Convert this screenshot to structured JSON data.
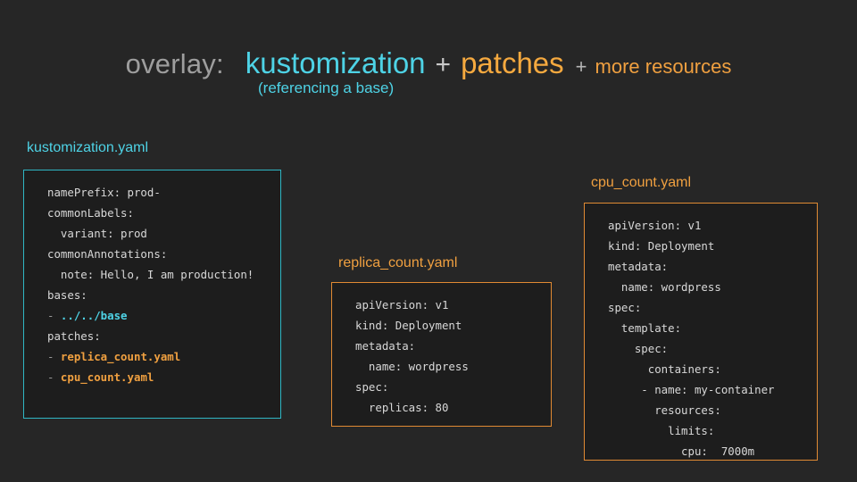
{
  "slide": {
    "background_color": "#262626",
    "accent_cyan": "#4ed3e6",
    "accent_orange": "#f0a040",
    "muted_gray": "#9e9e9e"
  },
  "title": {
    "prefix": "overlay:",
    "term_one": "kustomization",
    "plus_one": "+",
    "term_two": "patches",
    "plus_two": "+",
    "term_three": "more resources",
    "subtitle": "(referencing a base)"
  },
  "files": [
    {
      "name": "kustomization.yaml",
      "label_color": "#4ed3e6",
      "border_color": "#2fb6c4",
      "lines": [
        [
          {
            "t": "namePrefix: prod-",
            "c": "plain"
          }
        ],
        [
          {
            "t": "commonLabels:",
            "c": "plain"
          }
        ],
        [
          {
            "t": "  variant: prod",
            "c": "plain"
          }
        ],
        [
          {
            "t": "commonAnnotations:",
            "c": "plain"
          }
        ],
        [
          {
            "t": "  note: Hello, I am production!",
            "c": "plain"
          }
        ],
        [
          {
            "t": "bases:",
            "c": "plain"
          }
        ],
        [
          {
            "t": "- ",
            "c": "dim"
          },
          {
            "t": "../../base",
            "c": "cyan"
          }
        ],
        [
          {
            "t": "patches:",
            "c": "plain"
          }
        ],
        [
          {
            "t": "- ",
            "c": "dim"
          },
          {
            "t": "replica_count.yaml",
            "c": "orange"
          }
        ],
        [
          {
            "t": "- ",
            "c": "dim"
          },
          {
            "t": "cpu_count.yaml",
            "c": "orange"
          }
        ]
      ]
    },
    {
      "name": "replica_count.yaml",
      "label_color": "#f0a040",
      "border_color": "#e08a33",
      "lines": [
        [
          {
            "t": "apiVersion: v1",
            "c": "plain"
          }
        ],
        [
          {
            "t": "kind: Deployment",
            "c": "plain"
          }
        ],
        [
          {
            "t": "metadata:",
            "c": "plain"
          }
        ],
        [
          {
            "t": "  name: wordpress",
            "c": "plain"
          }
        ],
        [
          {
            "t": "spec:",
            "c": "plain"
          }
        ],
        [
          {
            "t": "  replicas: 80",
            "c": "plain"
          }
        ]
      ]
    },
    {
      "name": "cpu_count.yaml",
      "label_color": "#f0a040",
      "border_color": "#e08a33",
      "lines": [
        [
          {
            "t": "apiVersion: v1",
            "c": "plain"
          }
        ],
        [
          {
            "t": "kind: Deployment",
            "c": "plain"
          }
        ],
        [
          {
            "t": "metadata:",
            "c": "plain"
          }
        ],
        [
          {
            "t": "  name: wordpress",
            "c": "plain"
          }
        ],
        [
          {
            "t": "spec:",
            "c": "plain"
          }
        ],
        [
          {
            "t": "  template:",
            "c": "plain"
          }
        ],
        [
          {
            "t": "    spec:",
            "c": "plain"
          }
        ],
        [
          {
            "t": "      containers:",
            "c": "plain"
          }
        ],
        [
          {
            "t": "     - name: my-container",
            "c": "plain"
          }
        ],
        [
          {
            "t": "       resources:",
            "c": "plain"
          }
        ],
        [
          {
            "t": "         limits:",
            "c": "plain"
          }
        ],
        [
          {
            "t": "           cpu:  7000m",
            "c": "plain"
          }
        ]
      ]
    }
  ]
}
